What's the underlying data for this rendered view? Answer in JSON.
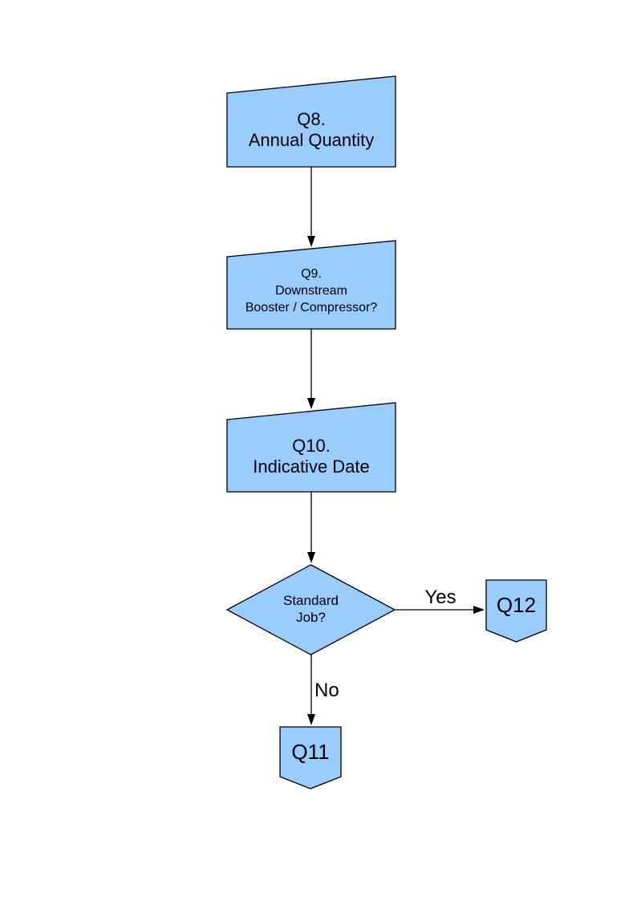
{
  "colors": {
    "background": "#FFFFFF",
    "node_fill": "#99CCFF",
    "node_border": "#000000",
    "connector": "#000000",
    "text": "#000000"
  },
  "nodes": {
    "q8": {
      "type": "manual-input",
      "label": "Q8.\nAnnual Quantity"
    },
    "q9": {
      "type": "manual-input",
      "label": "Q9.\nDownstream\nBooster / Compressor?"
    },
    "q10": {
      "type": "manual-input",
      "label": "Q10.\nIndicative Date"
    },
    "standard_job": {
      "type": "decision",
      "label": "Standard\nJob?"
    },
    "q12": {
      "type": "off-page-connector",
      "label": "Q12"
    },
    "q11": {
      "type": "off-page-connector",
      "label": "Q11"
    }
  },
  "edges": {
    "q8_to_q9": {
      "label": ""
    },
    "q9_to_q10": {
      "label": ""
    },
    "q10_to_decision": {
      "label": ""
    },
    "decision_to_q12": {
      "label": "Yes"
    },
    "decision_to_q11": {
      "label": "No"
    }
  }
}
